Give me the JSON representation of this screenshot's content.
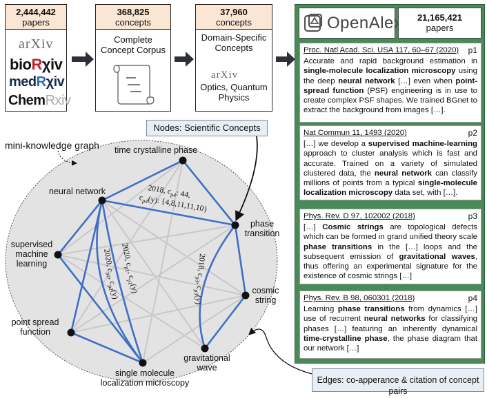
{
  "sources": {
    "count": "2,444,442",
    "unit": "papers",
    "logos": {
      "arxiv": "arXiv",
      "biorxiv_a": "bio",
      "biorxiv_b": "R",
      "biorxiv_c": "χiv",
      "medrxiv_a": "med",
      "medrxiv_b": "R",
      "medrxiv_c": "χiv",
      "chemrxiv_a": "Chem",
      "chemrxiv_b": "Rxiv"
    }
  },
  "corpus": {
    "count": "368,825",
    "unit": "concepts",
    "label": "Complete Concept Corpus"
  },
  "domain": {
    "count": "37,960",
    "unit": "concepts",
    "label": "Domain-Specific Concepts",
    "logo": "arXiv",
    "fields": "Optics, Quantum Physics"
  },
  "openalex": {
    "name": "OpenAlex",
    "count": "21,165,421",
    "unit": "papers",
    "brand_color": "#4a8a59",
    "papers": [
      {
        "id": "p1",
        "ref": "Proc. Natl Acad. Sci. USA 117, 60–67 (2020)",
        "segments": [
          [
            "Accurate and rapid background estimation in ",
            false
          ],
          [
            "single-molecule localization microscopy",
            true
          ],
          [
            " using the deep ",
            false
          ],
          [
            "neural network",
            true
          ],
          [
            " […] even when ",
            false
          ],
          [
            "point-spread function",
            true
          ],
          [
            " (PSF) engineering is in use to create complex PSF shapes. We trained BGnet to extract the background from images […].",
            false
          ]
        ]
      },
      {
        "id": "p2",
        "ref": "Nat Commun 11, 1493 (2020)",
        "segments": [
          [
            "[…] we develop a ",
            false
          ],
          [
            "supervised machine-learning",
            true
          ],
          [
            " approach to cluster analysis which is fast and accurate. Trained on a variety of simulated clustered data, the ",
            false
          ],
          [
            "neural network",
            true
          ],
          [
            " can classify millions of points from a typical ",
            false
          ],
          [
            "single-molecule localization microscopy",
            true
          ],
          [
            " data set, with […].",
            false
          ]
        ]
      },
      {
        "id": "p3",
        "ref": "Phys. Rev. D 97, 102002 (2018)",
        "segments": [
          [
            "[…] ",
            false
          ],
          [
            "Cosmic strings",
            true
          ],
          [
            " are topological defects which can be formed in grand unified theory scale ",
            false
          ],
          [
            "phase transitions",
            true
          ],
          [
            " in the […] loops and the subsequent emission of ",
            false
          ],
          [
            "gravitational waves",
            true
          ],
          [
            ", thus offering an experimental signature for the existence of cosmic strings […]",
            false
          ]
        ]
      },
      {
        "id": "p4",
        "ref": "Phys. Rev. B 98, 060301 (2018)",
        "segments": [
          [
            "Learning ",
            false
          ],
          [
            "phase transitions",
            true
          ],
          [
            " from dynamics […] use of recurrent ",
            false
          ],
          [
            "neural networks",
            true
          ],
          [
            " for classifying phases […] featuring an inherently dynamical ",
            false
          ],
          [
            "time-crystalline phase",
            true
          ],
          [
            ", the phase diagram that our network […]",
            false
          ]
        ]
      }
    ]
  },
  "callouts": {
    "nodes": "Nodes: Scientific Concepts",
    "edges": "Edges: co-apperance & citation of concept pairs"
  },
  "graph": {
    "title": "mini-knowledge graph",
    "nodes": [
      {
        "id": "neural-network",
        "label": "neural network"
      },
      {
        "id": "time-crystalline-phase",
        "label": "time crystalline phase"
      },
      {
        "id": "phase-transition",
        "label": "phase transition"
      },
      {
        "id": "supervised-machine-learning",
        "label": "supervised machine learning"
      },
      {
        "id": "cosmic-string",
        "label": "cosmic string"
      },
      {
        "id": "point-spread-function",
        "label": "point spread function"
      },
      {
        "id": "gravitational-wave",
        "label": "gravitational wave"
      },
      {
        "id": "single-molecule-localization-microscopy",
        "label": "single molecule localization microscopy"
      }
    ],
    "edge_labels": {
      "e1": "2018, c",
      "e1_sub": "p4",
      "e1_rest": ": 44,",
      "e1_line2a": "c",
      "e1_line2sub": "p4",
      "e1_line2rest": "(y): {4,8,11,11,10}",
      "e2": "2020, c",
      "e2_sub": "p1",
      "e2_mid": ", c",
      "e2_sub2": "p1",
      "e2_rest": "(y)",
      "e3": "2020, c",
      "e3_sub": "p2",
      "e3_mid": ", c",
      "e3_sub2": "p2",
      "e3_rest": "(y)",
      "e4": "2018, c",
      "e4_sub": "p3",
      "e4_mid": ", c",
      "e4_sub2": "p3",
      "e4_rest": "(y)"
    },
    "edge_color": "#3f6fc4",
    "faint_edge_color": "#c8c8c8",
    "disc_color": "#e3e3e3"
  },
  "colors": {
    "header_fill": "#fbe6d4",
    "arxiv_red": "#b31b1b",
    "arrow": "#2d2f3a"
  }
}
